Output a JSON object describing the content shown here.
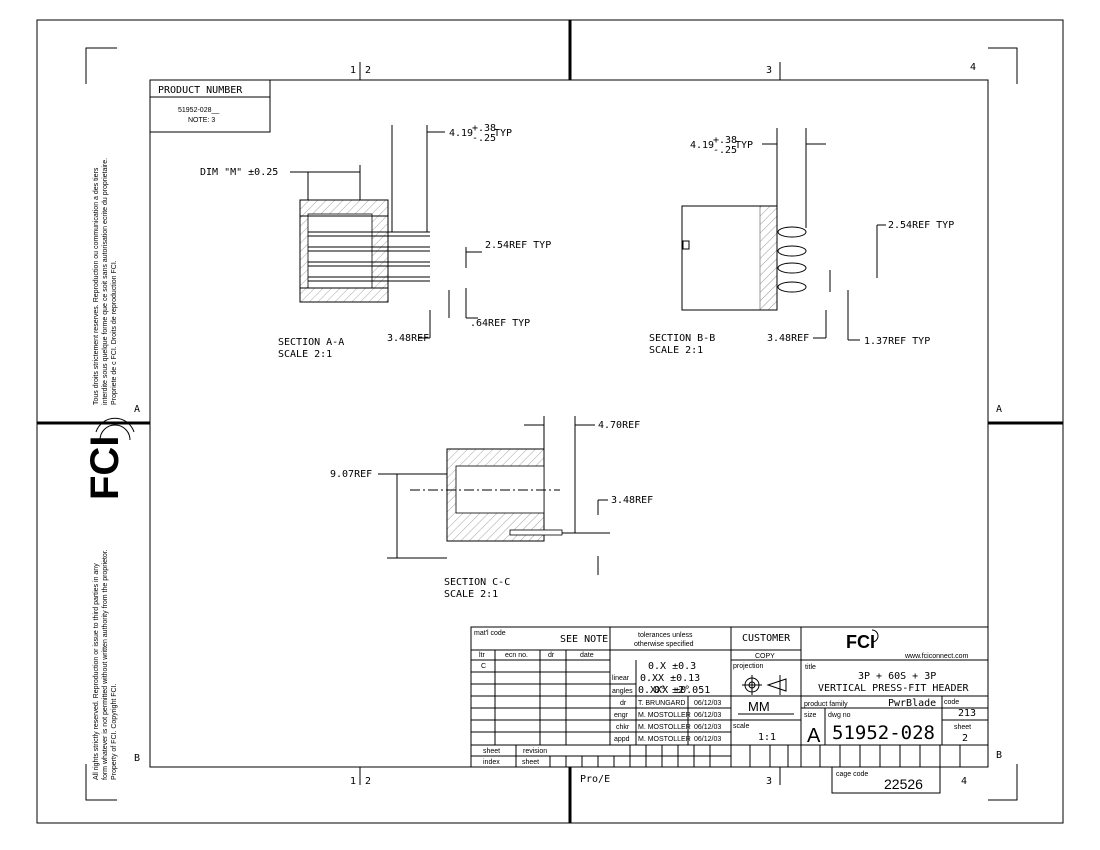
{
  "zones": {
    "top": [
      "1",
      "2",
      "3",
      "4"
    ],
    "bottom": [
      "1",
      "2",
      "3",
      "4"
    ],
    "left": [
      "A",
      "B"
    ],
    "right": [
      "A",
      "B"
    ]
  },
  "product_number": {
    "header": "PRODUCT NUMBER",
    "number": "51952-028__",
    "note": "NOTE: 3"
  },
  "legal": {
    "french": [
      "Tous droits strictement reserves. Reproduction ou communication a des tiers",
      "interdite sous quelque forme que ce soit sans autorisation ecrite du proprietaire.",
      "Propriete de c FCI. Droits de reproduction FCI."
    ],
    "english": [
      "All rights strictly reserved. Reproduction or issue to third parties in any",
      "form whatever is not permitted without written authority from the proprietor.",
      "Property of FCI. Copyright FCI."
    ],
    "logo": "FCI"
  },
  "section_aa": {
    "dim_m": "DIM \"M\" ±0.25",
    "typ_top_base": "4.19",
    "typ_top_sup": "+.38",
    "typ_top_sub": "-.25",
    "typ_top_suffix": "TYP",
    "pitch": "2.54REF TYP",
    "pin": ".64REF TYP",
    "ref": "3.48REF",
    "title": "SECTION A-A",
    "scale": "SCALE 2:1"
  },
  "section_bb": {
    "typ_top_base": "4.19",
    "typ_top_sup": "+.38",
    "typ_top_sub": "-.25",
    "typ_top_suffix": "TYP",
    "pitch": "2.54REF TYP",
    "ref": "3.48REF",
    "pin": "1.37REF TYP",
    "title": "SECTION B-B",
    "scale": "SCALE 2:1"
  },
  "section_cc": {
    "width": "4.70REF",
    "height": "9.07REF",
    "ref": "3.48REF",
    "title": "SECTION C-C",
    "scale": "SCALE 2:1"
  },
  "title_block": {
    "matl_label": "mat'l code",
    "matl_value": "SEE NOTE",
    "tol_title_1": "tolerances unless",
    "tol_title_2": "otherwise specified",
    "rev_headers": [
      "ltr",
      "ecn no.",
      "dr",
      "date"
    ],
    "rev_first": "C",
    "linear_label": "linear",
    "linear_values": [
      "0.X ±0.3",
      "0.XX ±0.13",
      "0.XXX ±0.051"
    ],
    "angles_label": "angles",
    "angles_value": "0° ±2°",
    "signoffs": [
      {
        "role": "dr",
        "name": "T. BRUNGARD",
        "date": "06/12/03"
      },
      {
        "role": "engr",
        "name": "M. MOSTOLLER",
        "date": "06/12/03"
      },
      {
        "role": "chkr",
        "name": "M. MOSTOLLER",
        "date": "06/12/03"
      },
      {
        "role": "appd",
        "name": "M. MOSTOLLER",
        "date": "06/12/03"
      }
    ],
    "customer": "CUSTOMER",
    "copy": "COPY",
    "projection": "projection",
    "units": "MM",
    "scale_label": "scale",
    "scale_value": "1:1",
    "website": "www.fciconnect.com",
    "title_label": "title",
    "title_line1": "3P + 60S + 3P",
    "title_line2": "VERTICAL PRESS-FIT HEADER",
    "family_label": "product family",
    "family_value": "PwrBlade",
    "code_label": "code",
    "code_value": "213",
    "size_label": "size",
    "size_value": "A",
    "dwg_label": "dwg no",
    "dwg_value": "51952-028",
    "sheet_label": "sheet",
    "sheet_value": "2",
    "sheet_index_1": "sheet",
    "sheet_index_2": "index",
    "revision_label": "revision",
    "revision_sheet": "sheet",
    "cad": "Pro/E",
    "cage_label": "cage code",
    "cage_value": "22526"
  }
}
